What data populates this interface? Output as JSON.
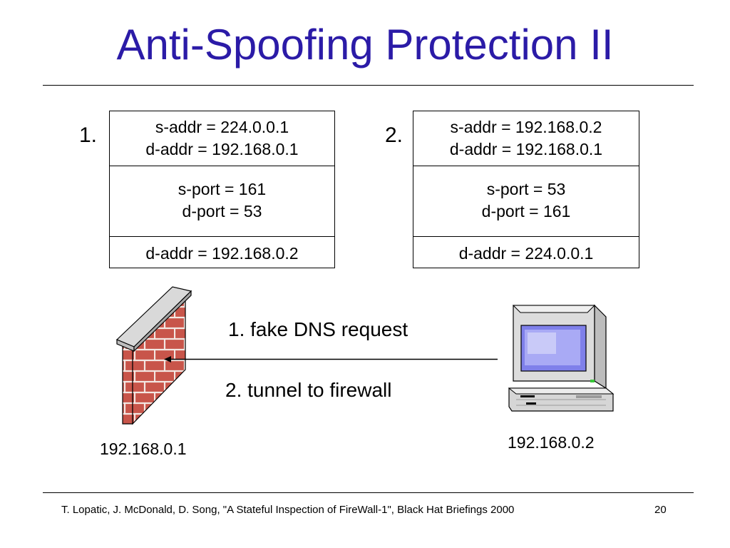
{
  "slide": {
    "title": "Anti-Spoofing Protection II",
    "packets": [
      {
        "number": "1.",
        "addr": [
          "s-addr = 224.0.0.1",
          "d-addr = 192.168.0.1"
        ],
        "ports": [
          "s-port = 161",
          "d-port = 53"
        ],
        "rewrite": "d-addr = 192.168.0.2"
      },
      {
        "number": "2.",
        "addr": [
          "s-addr = 192.168.0.2",
          "d-addr = 192.168.0.1"
        ],
        "ports": [
          "s-port = 53",
          "d-port = 161"
        ],
        "rewrite": "d-addr = 224.0.0.1"
      }
    ],
    "flow_labels": {
      "top": "1. fake DNS request",
      "bottom": "2. tunnel to firewall"
    },
    "hosts": {
      "firewall_ip": "192.168.0.1",
      "workstation_ip": "192.168.0.2"
    },
    "colors": {
      "title": "#2b1ba7",
      "brick": "#c8554a",
      "screen": "#8c8cf0"
    },
    "icons": [
      "firewall-brick-wall-icon",
      "desktop-computer-icon"
    ]
  },
  "footer": {
    "citation": "T. Lopatic, J. McDonald, D. Song, \"A Stateful Inspection of FireWall-1\", Black Hat Briefings 2000",
    "page_number": "20"
  }
}
